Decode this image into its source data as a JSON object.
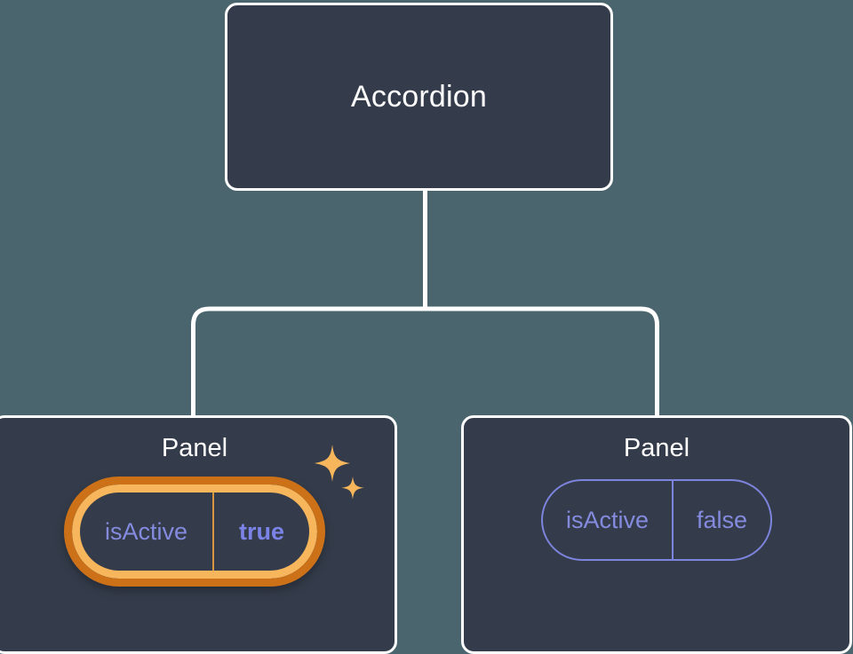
{
  "canvas": {
    "background_color": "#4b656e",
    "node_fill_color": "#343c4b",
    "node_border_color": "#ffffff",
    "connector_color": "#ffffff"
  },
  "tree": {
    "root": {
      "title": "Accordion"
    },
    "children": [
      {
        "title": "Panel",
        "highlighted": true,
        "prop": {
          "key": "isActive",
          "value": "true",
          "key_color": "#848bdf",
          "value_color": "#7b83e8",
          "border_outer_color": "#cc7117",
          "border_inner_color": "#f7b65c",
          "divider_color": "#d99440"
        },
        "sparkles": {
          "icon": "sparkles-icon",
          "color": "#f7b65c",
          "count": 2
        }
      },
      {
        "title": "Panel",
        "highlighted": false,
        "prop": {
          "key": "isActive",
          "value": "false",
          "key_color": "#848bdf",
          "value_color": "#848bdf",
          "border_color": "#7d84dd",
          "divider_color": "#7d84dd"
        }
      }
    ]
  }
}
